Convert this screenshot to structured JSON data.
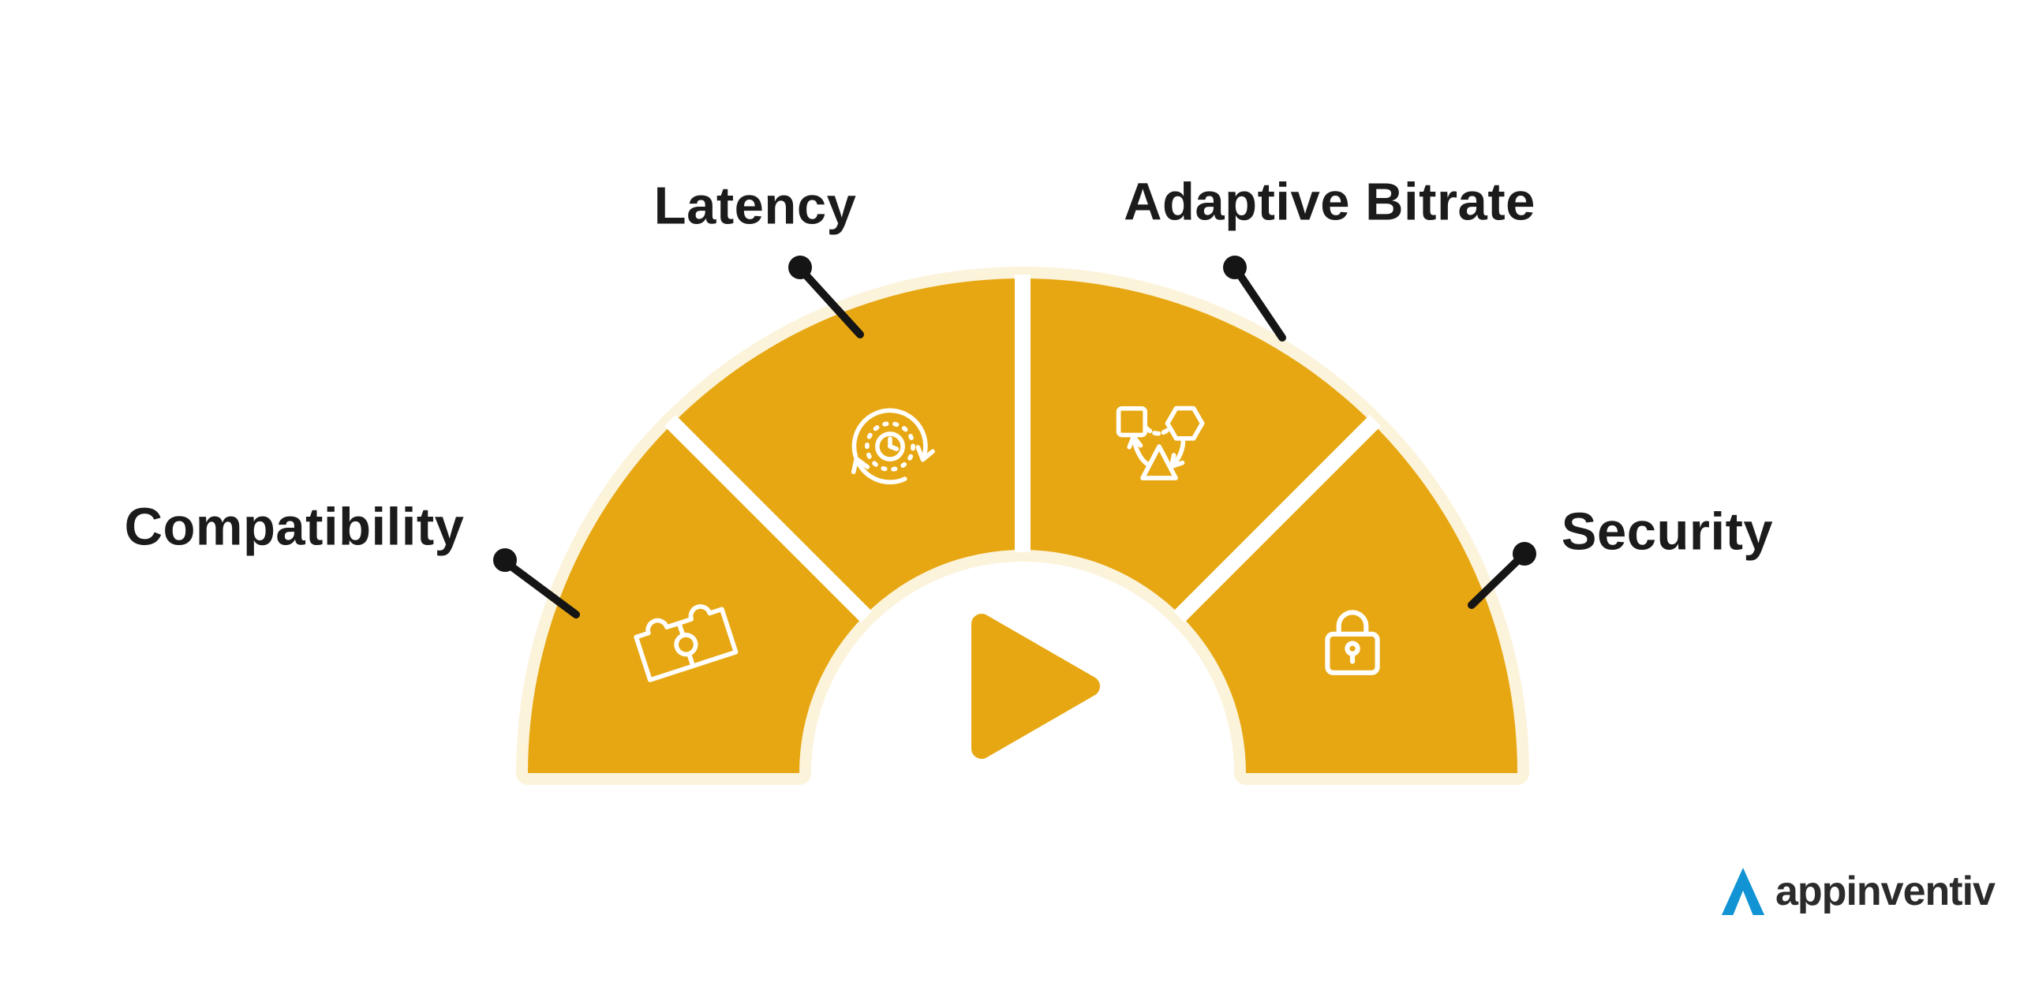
{
  "colors": {
    "background": "#FFFFFF",
    "segment_gold": "#E7A712",
    "halo_cream": "#FCF3DB",
    "icon_white": "#FFFFFF",
    "callout_black": "#151515",
    "label_text": "#1B1B1B",
    "logo_blue": "#1193D4"
  },
  "diagram": {
    "type": "semicircular-gauge-infographic",
    "segments": [
      {
        "label": "Compatibility",
        "icon": "puzzle-icon"
      },
      {
        "label": "Latency",
        "icon": "clock-refresh-icon"
      },
      {
        "label": "Adaptive Bitrate",
        "icon": "shapes-cycle-icon"
      },
      {
        "label": "Security",
        "icon": "lock-icon"
      }
    ],
    "center_icon": "play-icon"
  },
  "brand": {
    "name": "appinventiv",
    "logo_icon": "appinventiv-triangle-icon"
  }
}
